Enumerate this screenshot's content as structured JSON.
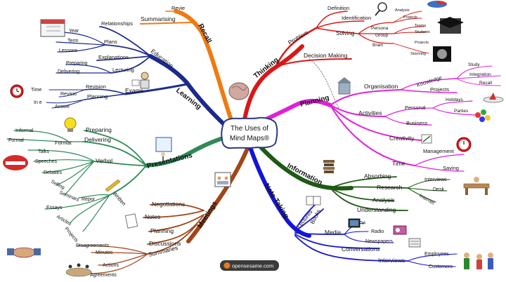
{
  "center": {
    "line1": "The Uses of",
    "line2": "Mind Maps®"
  },
  "branches": {
    "recall": "Recall",
    "learning": "Learning",
    "presentations": "Presentations",
    "meetings": "Meetings",
    "thinking": "Thinking",
    "planning": "Planning",
    "information": "Information",
    "note_taking": "Note Taking"
  },
  "recall": {
    "summarising": "Summarising",
    "review": "Revie"
  },
  "learning": {
    "education": "Education",
    "relationships": "Relationships",
    "plans": "Plans",
    "explanations": "Explanations",
    "lecturing": "Lecturing",
    "year": "Year",
    "term": "Term",
    "lessons": "Lessons",
    "preparing": "Preparing",
    "delivering": "Delivering",
    "exams": "Exams",
    "revision": "Revision",
    "planning": "Planning",
    "time": "Time",
    "revisio": "Revisio",
    "in_e": "In e",
    "answe": "Answe"
  },
  "presentations": {
    "preparing": "Preparing",
    "delivering": "Delivering",
    "format": "Format",
    "informal": "Informal",
    "formal": "Formal",
    "verbal": "Verbal",
    "talks": "Talks",
    "speeches": "Speeches",
    "debates": "Debates",
    "selling": "Selling",
    "seminars": "Seminars",
    "written": "Written",
    "reports": "Repor",
    "essays": "Essays",
    "articles": "Articles",
    "projects": "Projects"
  },
  "meetings": {
    "negotiations": "Negotiations",
    "notes": "Notes",
    "planning": "Planning",
    "discussions": "Discussions",
    "summaries": "Summaries",
    "disagreements": "Disagreements",
    "minutes": "Minutes",
    "actions": "Actions",
    "agreements": "Agreements"
  },
  "thinking": {
    "problem": "Problem",
    "definition": "Definition",
    "identification": "Identification",
    "solving": "Solving",
    "persona": "Persona",
    "analysis": "Analysis",
    "projects": "Projects",
    "group": "Group",
    "teams": "Teams",
    "students": "Students",
    "brain": "Brain",
    "projects2": "Projects",
    "storming": "Storming",
    "decision_making": "Decision Making"
  },
  "planning": {
    "organisation": "Organisation",
    "knowledge": "Knowledge",
    "study": "Study",
    "integration": "Integration",
    "recall": "Recall",
    "projects": "Projects",
    "activities": "Activities",
    "personal": "Personal",
    "holidays": "Holidays",
    "parties": "Parties",
    "business": "Business",
    "creativity": "Creativity",
    "time": "Time",
    "management": "Management",
    "saving": "Saving"
  },
  "information": {
    "absorbing": "Absorbing",
    "research": "Research",
    "interviews": "Interviews",
    "desk": "Desk",
    "internet": "Internet",
    "analysis": "Analysis",
    "understanding": "Understanding"
  },
  "note_taking": {
    "lectures": "Lectures",
    "books": "Books",
    "media": "Media",
    "tv": "TV",
    "radio": "Radio",
    "newspapers": "Newspapers",
    "conversations": "Conversations",
    "interviews": "Interviews",
    "employees": "Employees",
    "customers": "Customers"
  },
  "footer": {
    "logo_text": "opensesame.com"
  },
  "colors": {
    "recall": "#f07a10",
    "learning": "#1c2a8c",
    "presentations": "#2e8b57",
    "meetings": "#a0461a",
    "thinking": "#d81818",
    "planning": "#e020d8",
    "information": "#1e5a14",
    "note_taking": "#1414d8"
  }
}
